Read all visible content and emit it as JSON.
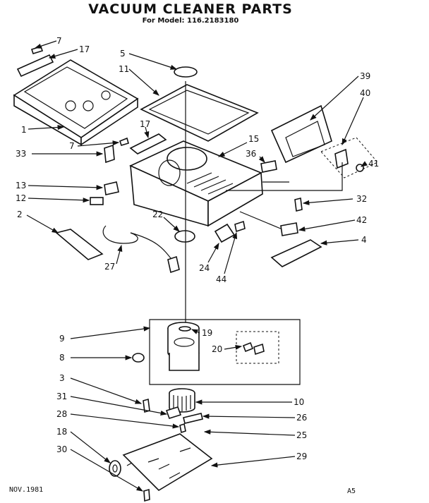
{
  "title": "VACUUM CLEANER PARTS",
  "subtitle": "For Model: 116.2183180",
  "footer": {
    "date": "NOV.1981",
    "code": "A5"
  },
  "callouts": [
    "7",
    "17",
    "5",
    "11",
    "39",
    "40",
    "1",
    "17",
    "7",
    "15",
    "33",
    "36",
    "41",
    "13",
    "12",
    "32",
    "2",
    "22",
    "42",
    "4",
    "27",
    "24",
    "44",
    "9",
    "19",
    "8",
    "20",
    "3",
    "10",
    "31",
    "26",
    "28",
    "25",
    "18",
    "29",
    "30"
  ]
}
